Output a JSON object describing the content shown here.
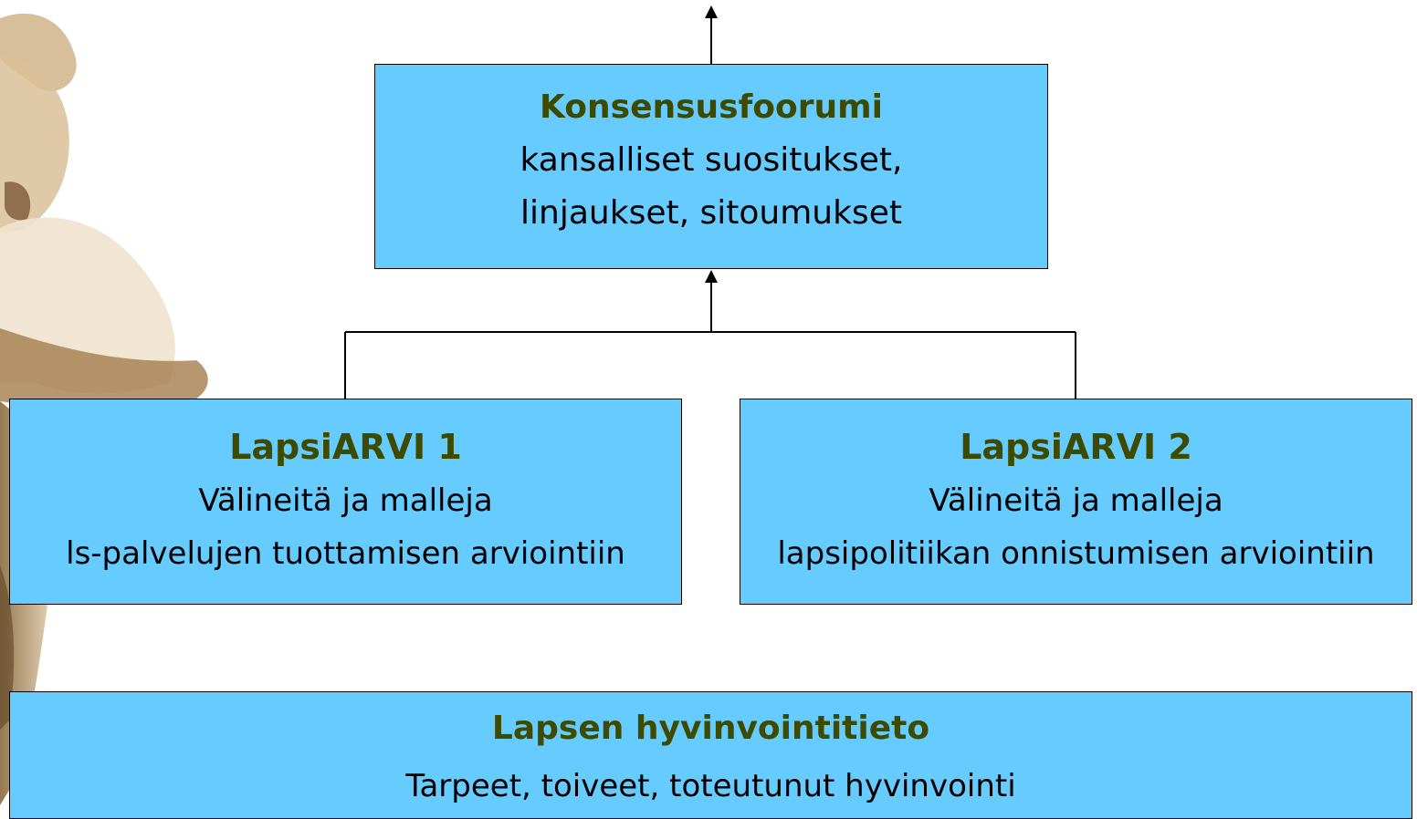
{
  "colors": {
    "box_fill": "#66ccff",
    "title_text": "#3d4a00",
    "body_text": "#000000",
    "photo_tone": "#b08a55"
  },
  "boxes": {
    "konsensusfoorumi": {
      "title": "Konsensusfoorumi",
      "lines": [
        "kansalliset suositukset,",
        "linjaukset, sitoumukset"
      ]
    },
    "lapsiarvi1": {
      "title": "LapsiARVI 1",
      "lines": [
        "Välineitä ja malleja",
        "ls-palvelujen tuottamisen arviointiin"
      ]
    },
    "lapsiarvi2": {
      "title": "LapsiARVI 2",
      "lines": [
        "Välineitä ja malleja",
        "lapsipolitiikan onnistumisen arviointiin"
      ]
    },
    "hyvinvointitieto": {
      "title": "Lapsen hyvinvointitieto",
      "lines": [
        "Tarpeet, toiveet, toteutunut hyvinvointi"
      ]
    }
  }
}
